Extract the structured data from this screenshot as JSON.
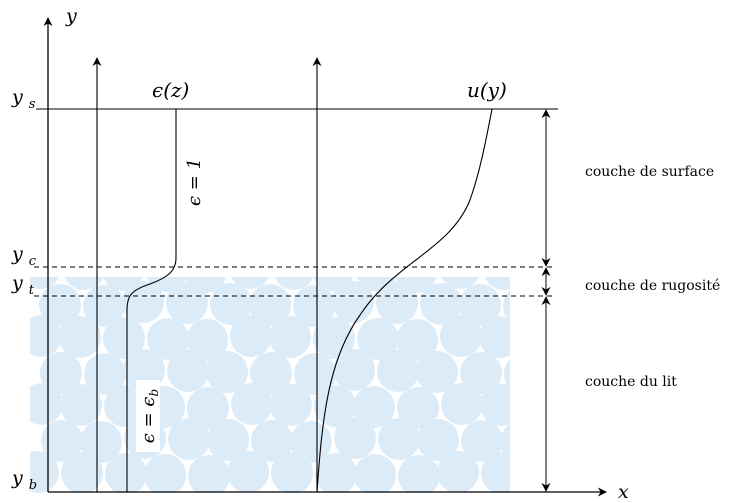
{
  "axes": {
    "x_label": "x",
    "y_label": "y"
  },
  "levels": {
    "y_s": "ys",
    "y_c": "yc",
    "y_t": "yt",
    "y_b": "yb"
  },
  "curves": {
    "porosity_label": "ϵ(z)",
    "velocity_label": "u(y)"
  },
  "annotations": {
    "eps_one": "ϵ = 1",
    "eps_bed": "ϵ = ϵb"
  },
  "layers": {
    "surface": "couche de surface",
    "roughness": "couche de rugosité",
    "bed": "couche du lit"
  },
  "colors": {
    "particles": "#dcebf8",
    "ink": "#000000"
  }
}
